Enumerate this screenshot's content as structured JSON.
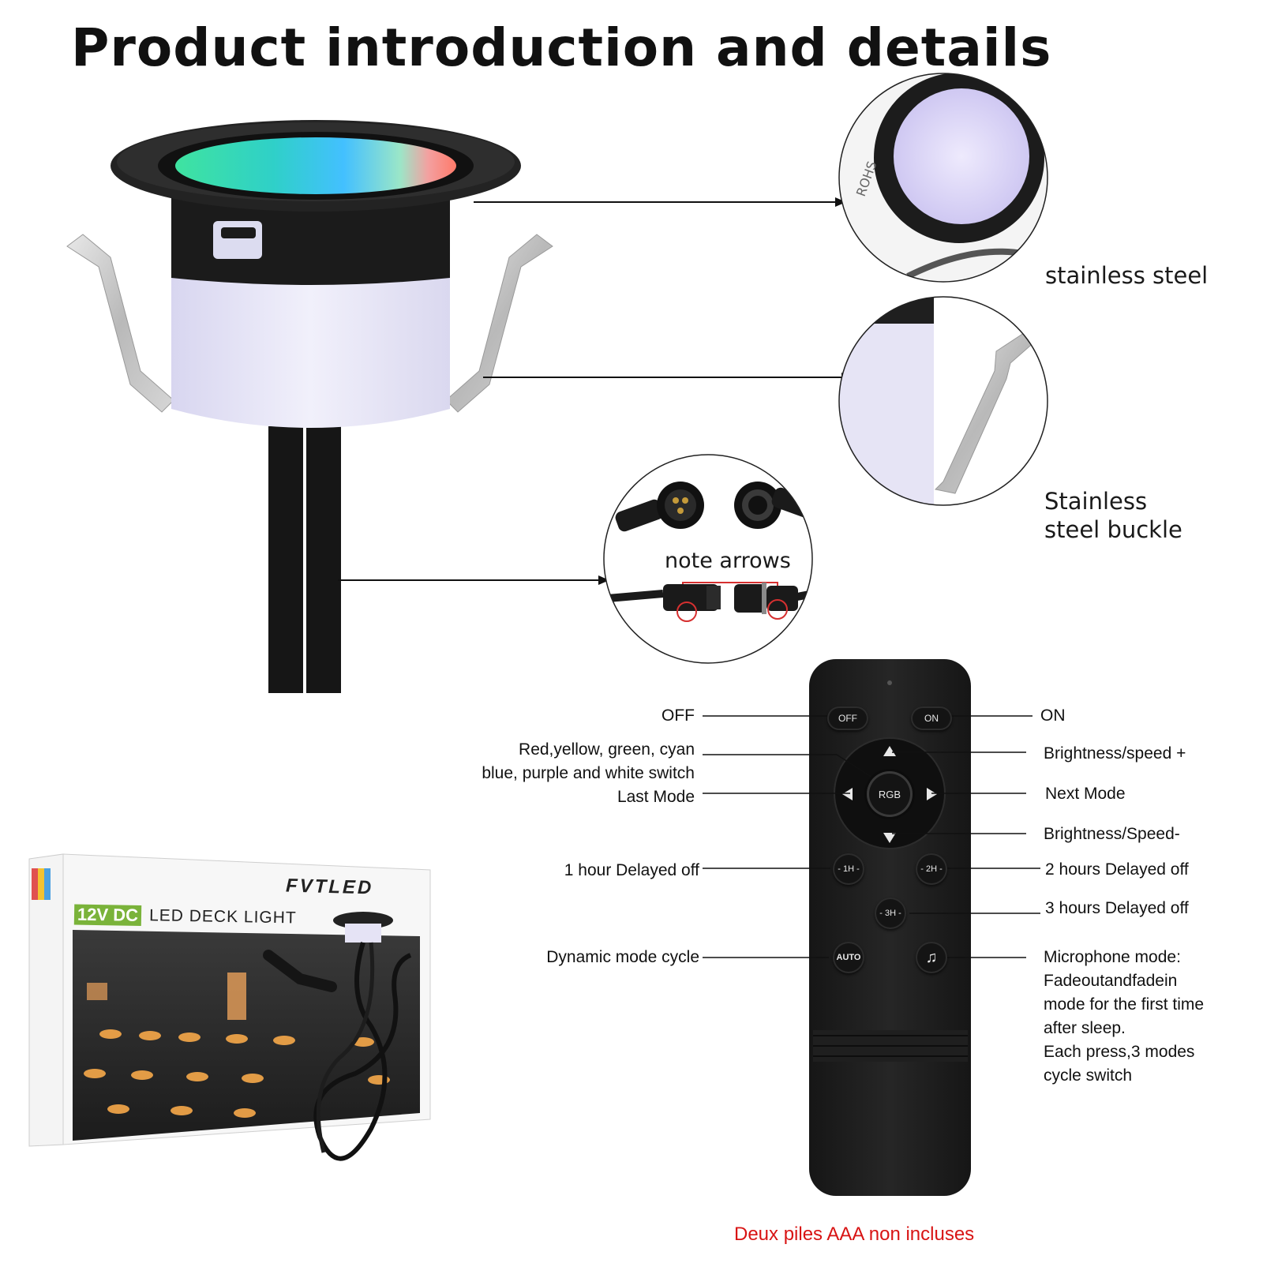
{
  "header": {
    "title": "Product introduction and details"
  },
  "callouts": {
    "stainless_steel": "stainless steel",
    "buckle_line1": "Stainless",
    "buckle_line2": "steel buckle",
    "note_arrows": "note arrows"
  },
  "remote": {
    "buttons": {
      "off": "OFF",
      "on": "ON",
      "rgb": "RGB",
      "h1": "- 1H -",
      "h2": "- 2H -",
      "h3": "- 3H -",
      "auto": "AUTO",
      "mic": "♫"
    },
    "labels": {
      "off": "OFF",
      "on": "ON",
      "color_switch_1": "Red,yellow, green, cyan",
      "color_switch_2": "blue, purple and white switch",
      "last_mode": "Last Mode",
      "brightness_up": "Brightness/speed +",
      "next_mode": "Next Mode",
      "brightness_down": "Brightness/Speed-",
      "delay_1h": "1 hour Delayed off",
      "delay_2h": "2 hours Delayed off",
      "delay_3h": "3 hours Delayed off",
      "dynamic": "Dynamic mode cycle",
      "mic_1": "Microphone mode:",
      "mic_2": "Fadeoutandfadein",
      "mic_3": "mode for the first time",
      "mic_4": "after sleep.",
      "mic_5": "Each press,3 modes",
      "mic_6": "cycle switch"
    },
    "battery_note": "Deux piles AAA non incluses"
  },
  "package": {
    "brand": "FVTLED",
    "voltage": "12V DC",
    "product": "LED DECK LIGHT"
  }
}
